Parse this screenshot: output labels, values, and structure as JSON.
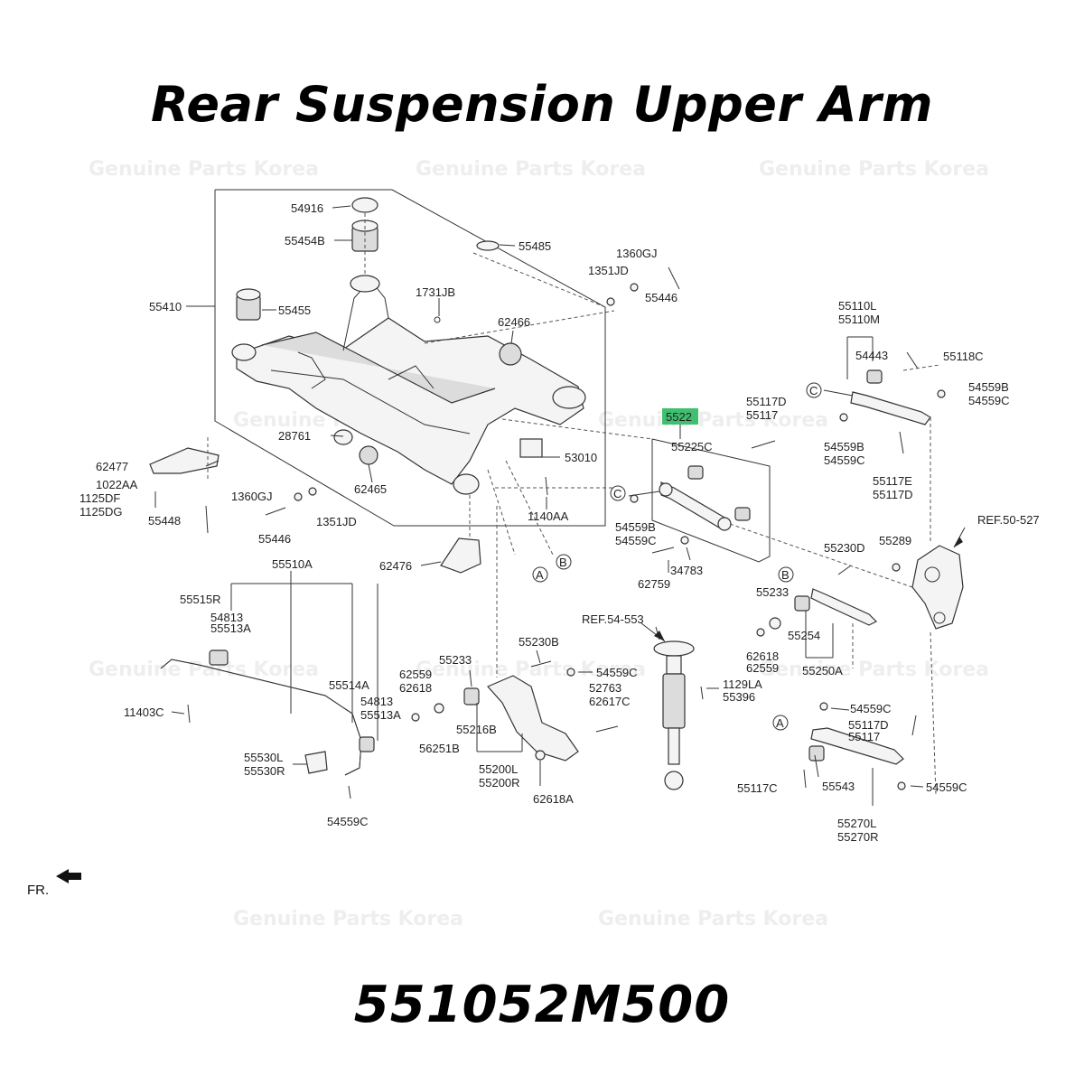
{
  "title": "Rear Suspension Upper Arm",
  "part_number": "551052M500",
  "watermark": "Genuine Parts Korea",
  "front_marker": "FR.",
  "callouts": [
    "A",
    "B",
    "C"
  ],
  "labels": {
    "l54916": "54916",
    "l55454B": "55454B",
    "l55485": "55485",
    "l1360GJ_a": "1360GJ",
    "l1351JD_a": "1351JD",
    "l55446_a": "55446",
    "l55410": "55410",
    "l55455": "55455",
    "l1731JB": "1731JB",
    "l62466": "62466",
    "l55110L": "55110L",
    "l55110M": "55110M",
    "l54443": "54443",
    "l55118C": "55118C",
    "l54559B_a": "54559B",
    "l54559C_a": "54559C",
    "l55117D_a": "55117D",
    "l55117_a": "55117",
    "l5522x": "5522",
    "l55225C": "55225C",
    "l54559B_b": "54559B",
    "l54559C_b": "54559C",
    "l55117E": "55117E",
    "l55117D_b": "55117D",
    "l28761": "28761",
    "l53010": "53010",
    "l62477": "62477",
    "l1022AA": "1022AA",
    "l1125DF": "1125DF",
    "l1125DG": "1125DG",
    "l55448": "55448",
    "l1360GJ_b": "1360GJ",
    "l62465": "62465",
    "l1351JD_b": "1351JD",
    "l55446_b": "55446",
    "l1140AA": "1140AA",
    "l54559B_c": "54559B",
    "l54559C_c": "54559C",
    "lREF50": "REF.50-527",
    "l62476": "62476",
    "l55510A": "55510A",
    "l62759": "62759",
    "l34783": "34783",
    "l55230D": "55230D",
    "l55289": "55289",
    "l55515R": "55515R",
    "l54813_a": "54813",
    "l55513A_a": "55513A",
    "l55233_a": "55233",
    "l55254": "55254",
    "lREF54": "REF.54-553",
    "l62618_a": "62618",
    "l62559_a": "62559",
    "l55250A": "55250A",
    "l55230B": "55230B",
    "l55233_b": "55233",
    "l54559C_d": "54559C",
    "l62559_b": "62559",
    "l62618_b": "62618",
    "l1129LA": "1129LA",
    "l55396": "55396",
    "l55514A": "55514A",
    "l54813_b": "54813",
    "l55513A_b": "55513A",
    "l52763": "52763",
    "l62617C": "62617C",
    "l11403C": "11403C",
    "l55216B": "55216B",
    "l56251B": "56251B",
    "l54559C_e": "54559C",
    "l55117D_c": "55117D",
    "l55117_c": "55117",
    "l55530L": "55530L",
    "l55530R": "55530R",
    "l55200L": "55200L",
    "l55200R": "55200R",
    "l55117C": "55117C",
    "l55543": "55543",
    "l54559C_f": "54559C",
    "l62618A": "62618A",
    "l54559C_g": "54559C",
    "l55270L": "55270L",
    "l55270R": "55270R"
  },
  "colors": {
    "highlight": "#3fbf6f",
    "ink": "#222222",
    "background": "#ffffff"
  }
}
